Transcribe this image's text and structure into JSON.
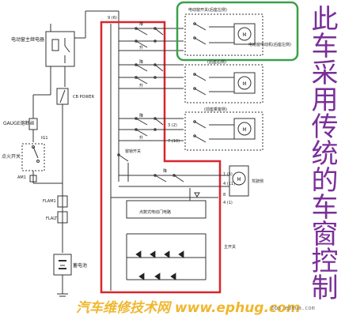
{
  "vertical_caption": "此车采用传统的车窗控制",
  "labels": {
    "main_relay": "电动窗主继电器",
    "cb_power": "CB\nPOWER",
    "gauge_fuse": "GAUGE熔断丝",
    "ig1": "IG1",
    "ignition_switch": "点火开关",
    "am1": "AM1",
    "fl_am1": "FLAM1",
    "fl_alt": "FLALT",
    "battery": "蓄电池",
    "top_pin": "9 (6)",
    "window_switch_rl": "电动窗开关(后座左侧)",
    "window_motor_rl": "电动窗电动机(后座左侧)",
    "rear_right": "(后座右侧)",
    "front_passenger": "(前座乘客侧)",
    "lock_switch": "窗锁开关",
    "driver_side": "驾驶侧",
    "door_lock_circuit": "点数式电动门电路",
    "main_switch": "主开关",
    "up": "升",
    "down": "降",
    "motor": "M",
    "pin_3_2": "3 (2)",
    "pin_7_10": "7 (10)",
    "pin_1_5": "1 (5)",
    "pin_4_11": "4 (11)",
    "pin_8": "8",
    "pin_4_1": "4 (1)"
  },
  "watermark": "汽车维修技术网 www.ephug.com",
  "watermark_small": "bbs.ephua.com",
  "colors": {
    "line": "#333333",
    "red_box": "#d9262c",
    "green_box": "#3aa04a",
    "caption": "#7a2f98",
    "watermark": "#f0b72f"
  }
}
